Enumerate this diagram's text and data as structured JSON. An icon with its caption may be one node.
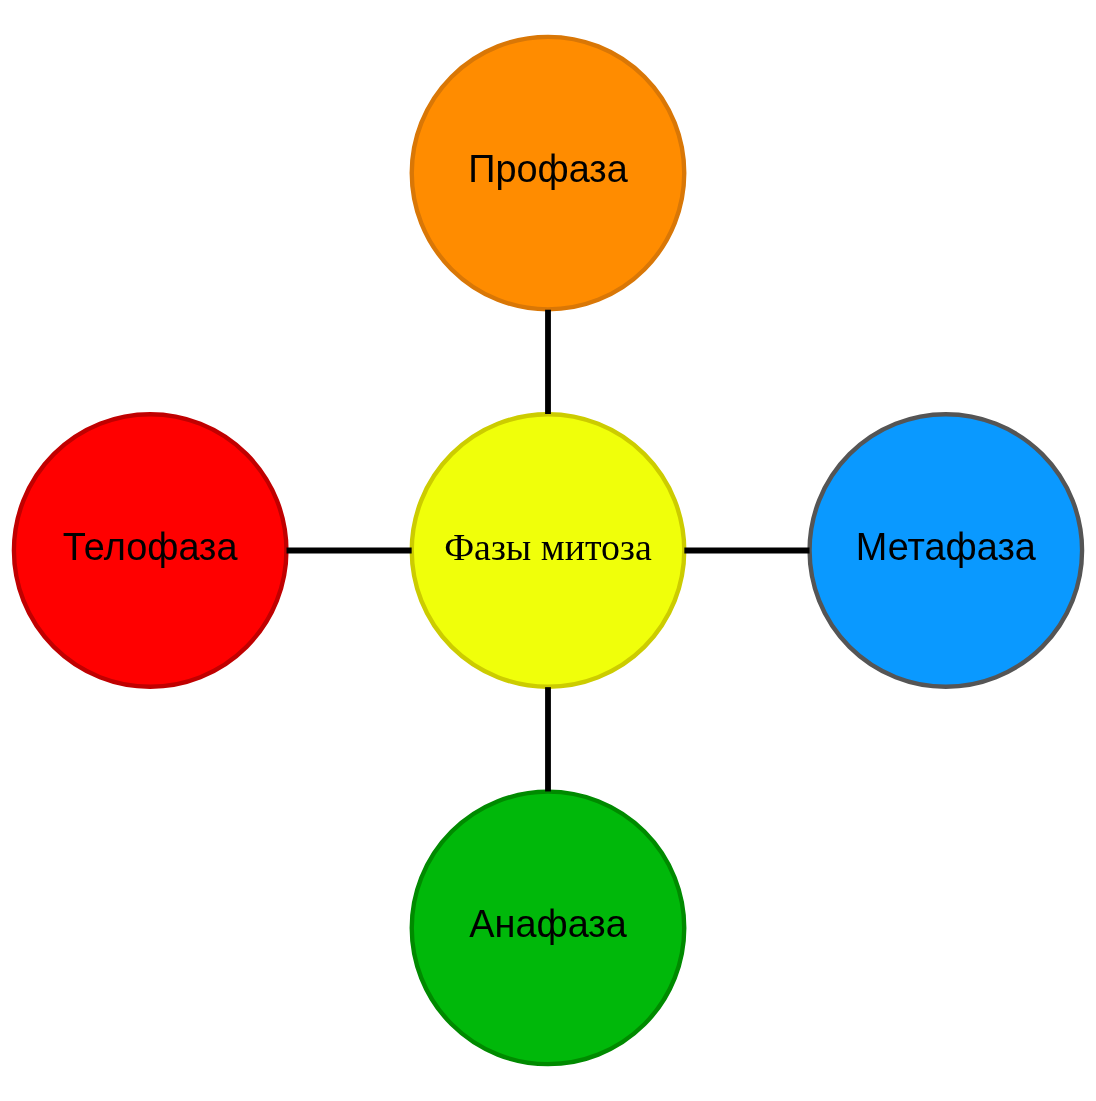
{
  "diagram": {
    "nodes": [
      {
        "text": [
          "Профаза"
        ]
      },
      {
        "text": [
          "Телофаза"
        ]
      },
      {
        "text": [
          "Фазы митоза"
        ]
      },
      {
        "text": [
          "Метафаза"
        ]
      },
      {
        "text": [
          "Анафаза"
        ]
      }
    ],
    "edges": [
      {
        "from": 0,
        "to": 2,
        "arrow": "none"
      },
      {
        "from": 1,
        "to": 2,
        "arrow": "none"
      },
      {
        "from": 2,
        "to": 3,
        "arrow": "none"
      },
      {
        "from": 2,
        "to": 4,
        "arrow": "none"
      }
    ]
  }
}
